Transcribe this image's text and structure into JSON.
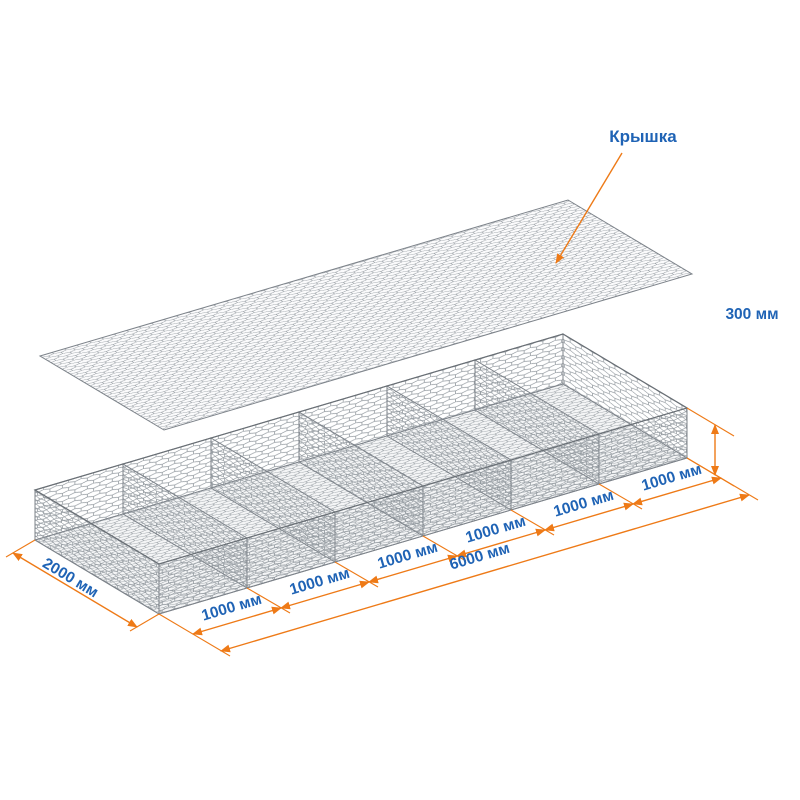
{
  "diagram": {
    "labels": {
      "lid": "Крышка"
    },
    "dimensions": {
      "length": "6000 мм",
      "width": "2000 мм",
      "height": "300 мм",
      "segment": "1000 мм",
      "segment_count": 6
    },
    "colors": {
      "dimension_line": "#ee7a17",
      "label_text": "#1f63b5",
      "mesh_wire": "#8f969c",
      "background": "#ffffff"
    }
  }
}
